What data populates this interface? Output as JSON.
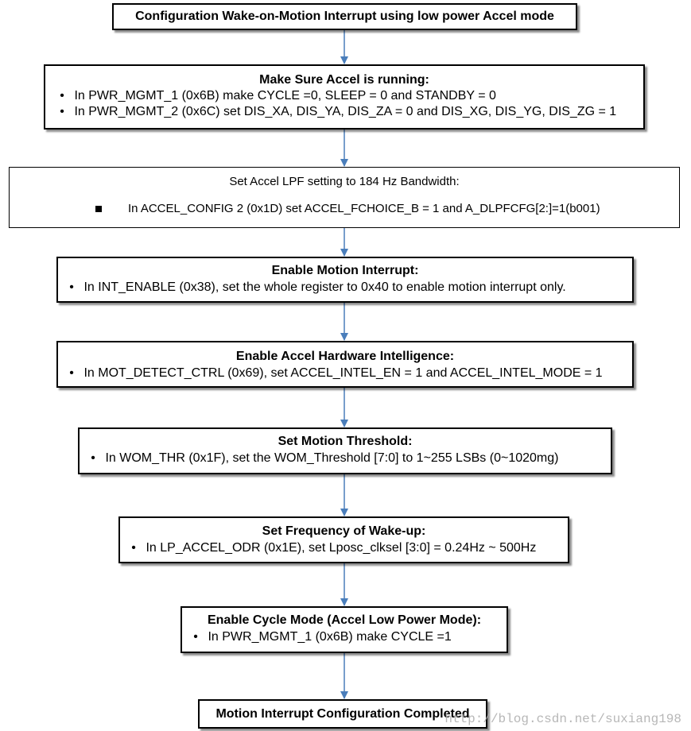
{
  "steps": [
    {
      "title": "Configuration Wake-on-Motion Interrupt using low power Accel mode",
      "lines": []
    },
    {
      "title": "Make Sure Accel is running:",
      "lines": [
        "In PWR_MGMT_1 (0x6B) make CYCLE =0, SLEEP = 0  and STANDBY = 0",
        "In PWR_MGMT_2 (0x6C) set DIS_XA, DIS_YA, DIS_ZA = 0 and DIS_XG, DIS_YG, DIS_ZG = 1"
      ]
    },
    {
      "title": "Set Accel LPF setting to 184 Hz Bandwidth:",
      "lines": [
        "In ACCEL_CONFIG 2 (0x1D) set ACCEL_FCHOICE_B = 1 and A_DLPFCFG[2:]=1(b001)"
      ]
    },
    {
      "title": "Enable Motion Interrupt:",
      "lines": [
        "In INT_ENABLE (0x38), set the whole register to 0x40 to enable motion interrupt only."
      ]
    },
    {
      "title": "Enable Accel Hardware Intelligence:",
      "lines": [
        "In MOT_DETECT_CTRL  (0x69), set ACCEL_INTEL_EN  = 1 and ACCEL_INTEL_MODE  = 1"
      ]
    },
    {
      "title": "Set Motion Threshold:",
      "lines": [
        "In WOM_THR (0x1F), set the WOM_Threshold [7:0] to 1~255 LSBs (0~1020mg)"
      ]
    },
    {
      "title": "Set Frequency of Wake-up:",
      "lines": [
        "In LP_ACCEL_ODR (0x1E), set Lposc_clksel [3:0]  = 0.24Hz ~ 500Hz"
      ]
    },
    {
      "title": "Enable Cycle Mode (Accel Low Power Mode):",
      "lines": [
        "In PWR_MGMT_1 (0x6B) make CYCLE =1"
      ]
    },
    {
      "title": "Motion Interrupt Configuration Completed",
      "lines": []
    }
  ],
  "watermark": "http://blog.csdn.net/suxiang198",
  "colors": {
    "arrow": "#4a7ebb",
    "border": "#000000",
    "background": "#ffffff"
  }
}
